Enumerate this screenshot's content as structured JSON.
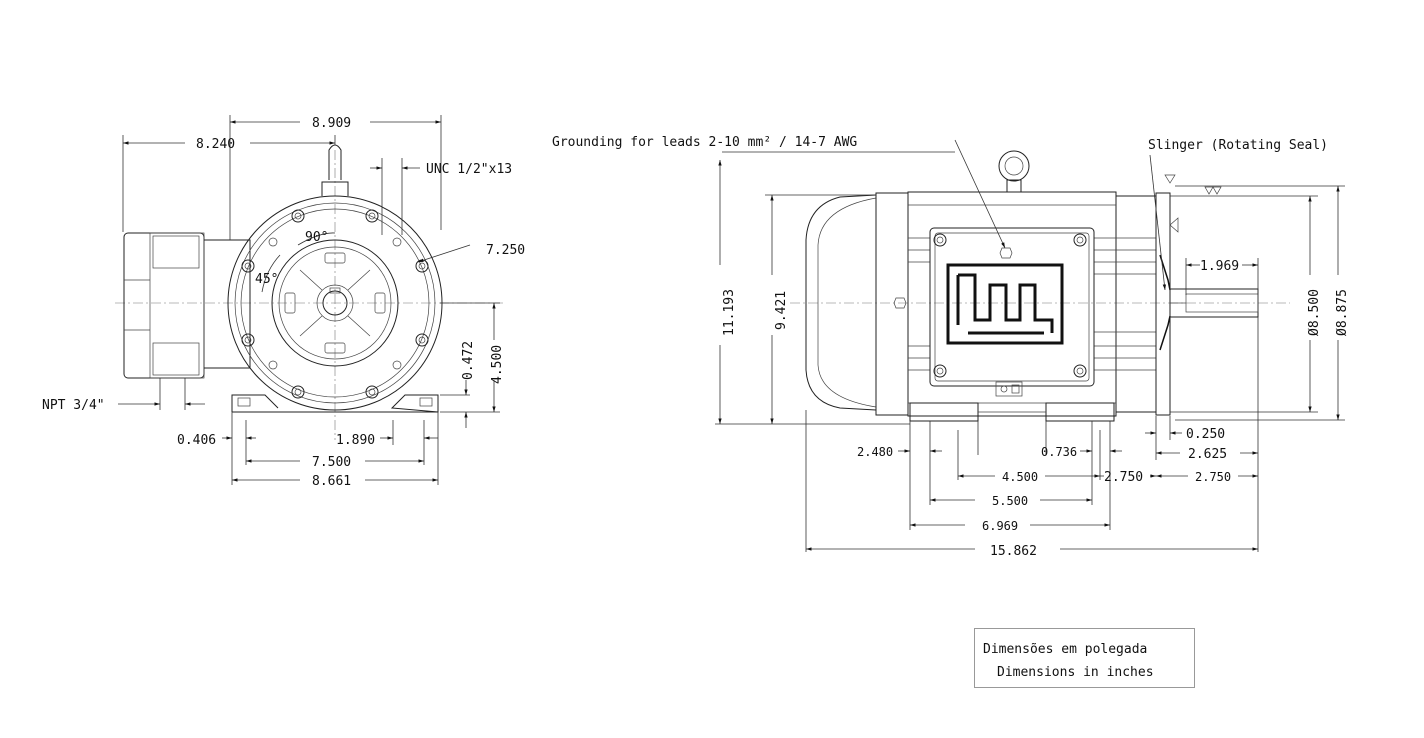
{
  "front_view": {
    "dims": {
      "d_8909": "8.909",
      "d_8240": "8.240",
      "d_unc": "UNC 1/2\"x13",
      "d_7250": "7.250",
      "d_90": "90°",
      "d_45": "45°",
      "d_0472": "0.472",
      "d_4500": "4.500",
      "d_npt": "NPT 3/4\"",
      "d_0406": "0.406",
      "d_1890": "1.890",
      "d_7500": "7.500",
      "d_8661": "8.661"
    }
  },
  "side_view": {
    "labels": {
      "grounding": "Grounding for leads 2-10 mm² / 14-7 AWG",
      "slinger": "Slinger (Rotating Seal)"
    },
    "dims": {
      "d_11193": "11.193",
      "d_9421": "9.421",
      "d_1969": "1.969",
      "d_8500": "Ø8.500",
      "d_8875": "Ø8.875",
      "d_0250": "0.250",
      "d_2480": "2.480",
      "d_0736": "0.736",
      "d_2625": "2.625",
      "d_4500": "4.500",
      "d_2750a": "2.750",
      "d_2750b": "2.750",
      "d_5500": "5.500",
      "d_6969": "6.969",
      "d_15862": "15.862"
    }
  },
  "note": {
    "line1": "Dimensões em polegada",
    "line2": "Dimensions in inches"
  }
}
